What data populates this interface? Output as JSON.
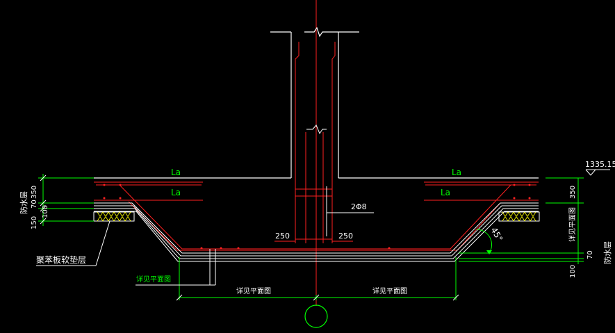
{
  "colors": {
    "background": "#000000",
    "white": "#ffffff",
    "red": "#ff2020",
    "green": "#00ff00",
    "yellow": "#ffff00"
  },
  "labels": {
    "anchor_la": "La",
    "rebar_2phi8": "2Φ8",
    "dim_250": "250",
    "elevation": "1335.150",
    "dim_350": "350",
    "dim_70": "70",
    "dim_100": "100",
    "dim_150": "150",
    "angle_45": "45°",
    "waterproof_layer": "防水层",
    "foam_board_layer": "聚苯板软垫层",
    "see_plan": "详见平面图"
  }
}
